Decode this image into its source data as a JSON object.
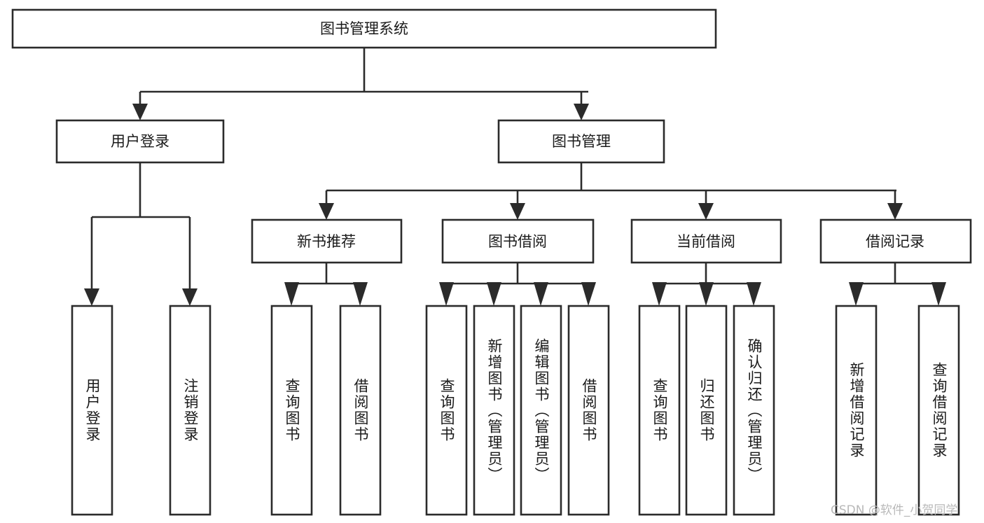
{
  "diagram": {
    "title": "图书管理系统",
    "type": "hierarchy-tree",
    "watermark": "CSDN @软件_小贺同学",
    "colors": {
      "stroke": "#2b2b2b",
      "fill": "#ffffff",
      "text": "#1a1a1a",
      "watermark": "#b9b9b9",
      "background": "#ffffff"
    },
    "levels": {
      "root": {
        "label": "图书管理系统",
        "orientation": "horizontal"
      },
      "level1": [
        {
          "id": "user-login",
          "label": "用户登录",
          "orientation": "horizontal"
        },
        {
          "id": "book-manage",
          "label": "图书管理",
          "orientation": "horizontal"
        }
      ],
      "level2": [
        {
          "id": "new-book-recommend",
          "label": "新书推荐",
          "orientation": "horizontal",
          "parent": "book-manage"
        },
        {
          "id": "book-borrow",
          "label": "图书借阅",
          "orientation": "horizontal",
          "parent": "book-manage"
        },
        {
          "id": "current-borrow",
          "label": "当前借阅",
          "orientation": "horizontal",
          "parent": "book-manage"
        },
        {
          "id": "borrow-record",
          "label": "借阅记录",
          "orientation": "horizontal",
          "parent": "book-manage"
        }
      ],
      "leaves": [
        {
          "id": "leaf-user-login",
          "label": "用户登录",
          "orientation": "vertical",
          "parent": "user-login"
        },
        {
          "id": "leaf-user-logout",
          "label": "注销登录",
          "orientation": "vertical",
          "parent": "user-login"
        },
        {
          "id": "leaf-query-book-1",
          "label": "查询图书",
          "orientation": "vertical",
          "parent": "new-book-recommend"
        },
        {
          "id": "leaf-borrow-book-1",
          "label": "借阅图书",
          "orientation": "vertical",
          "parent": "new-book-recommend"
        },
        {
          "id": "leaf-query-book-2",
          "label": "查询图书",
          "orientation": "vertical",
          "parent": "book-borrow"
        },
        {
          "id": "leaf-add-book",
          "label": "新增图书（管理员）",
          "orientation": "vertical",
          "parent": "book-borrow"
        },
        {
          "id": "leaf-edit-book",
          "label": "编辑图书（管理员）",
          "orientation": "vertical",
          "parent": "book-borrow"
        },
        {
          "id": "leaf-borrow-book-2",
          "label": "借阅图书",
          "orientation": "vertical",
          "parent": "book-borrow"
        },
        {
          "id": "leaf-query-book-3",
          "label": "查询图书",
          "orientation": "vertical",
          "parent": "current-borrow"
        },
        {
          "id": "leaf-return-book",
          "label": "归还图书",
          "orientation": "vertical",
          "parent": "current-borrow"
        },
        {
          "id": "leaf-confirm-return",
          "label": "确认归还（管理员）",
          "orientation": "vertical",
          "parent": "current-borrow"
        },
        {
          "id": "leaf-add-record",
          "label": "新增借阅记录",
          "orientation": "vertical",
          "parent": "borrow-record"
        },
        {
          "id": "leaf-query-record",
          "label": "查询借阅记录",
          "orientation": "vertical",
          "parent": "borrow-record"
        }
      ]
    }
  }
}
